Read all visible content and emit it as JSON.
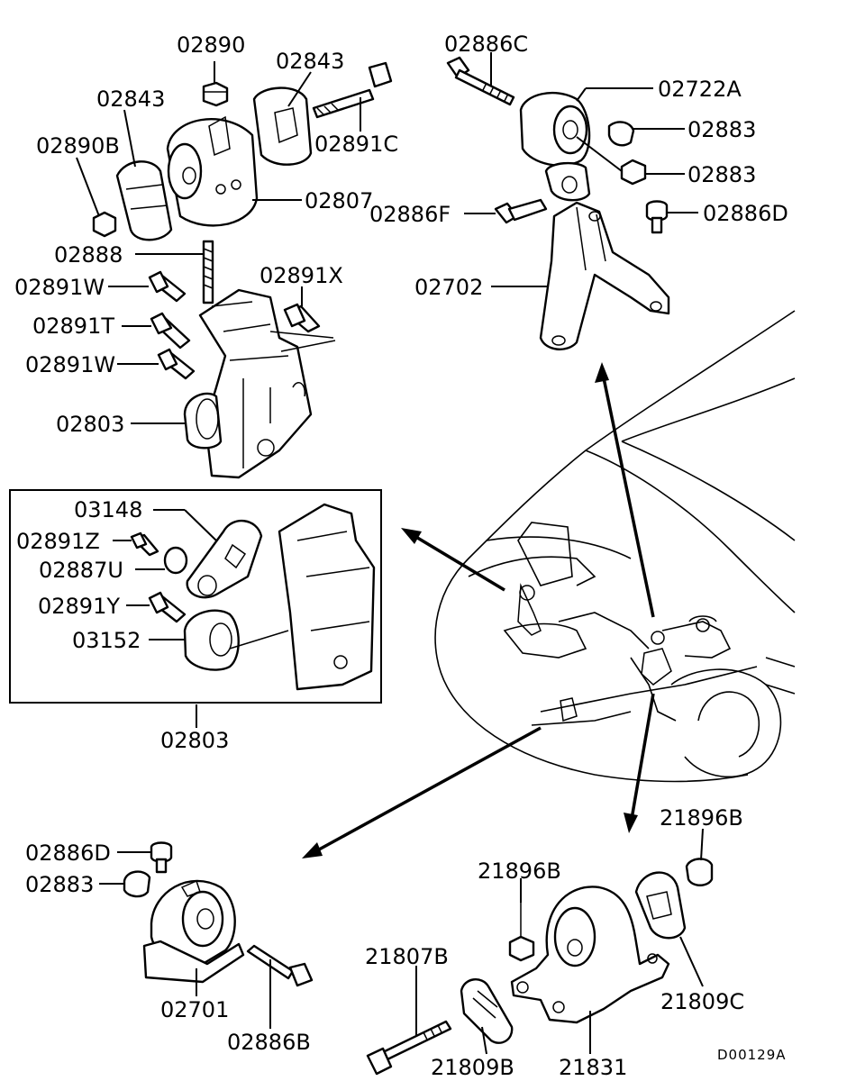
{
  "parts": {
    "p02890": "02890",
    "p02843a": "02843",
    "p02843b": "02843",
    "p02890B": "02890B",
    "p02891C": "02891C",
    "p02807": "02807",
    "p02888": "02888",
    "p02891W_a": "02891W",
    "p02891X": "02891X",
    "p02891T": "02891T",
    "p02891W_b": "02891W",
    "p02803_top": "02803",
    "p02886C": "02886C",
    "p02722A": "02722A",
    "p02883_a": "02883",
    "p02883_b": "02883",
    "p02886F": "02886F",
    "p02886D_top": "02886D",
    "p02702": "02702",
    "p03148": "03148",
    "p02891Z": "02891Z",
    "p02887U": "02887U",
    "p02891Y": "02891Y",
    "p03152": "03152",
    "p02803_box": "02803",
    "p21896B_a": "21896B",
    "p21896B_b": "21896B",
    "p02886D_bl": "02886D",
    "p02883_bl": "02883",
    "p21807B": "21807B",
    "p02701": "02701",
    "p02886B": "02886B",
    "p21809C": "21809C",
    "p21809B": "21809B",
    "p21831": "21831"
  },
  "diagram_code": "D00129A"
}
